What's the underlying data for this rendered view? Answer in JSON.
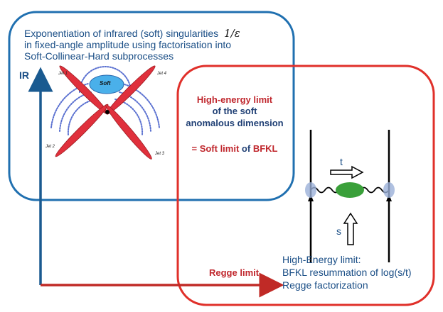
{
  "colors": {
    "blue_box": "#2070b0",
    "red_box": "#e0302a",
    "ir_arrow": "#1a5a90",
    "regge_arrow": "#c02a26",
    "jets": "#e0303c",
    "soft_blob": "#4ab0ea",
    "gluon_arcs": "#5a70d0",
    "bfkl_blob": "#3aa03a",
    "text_blue": "#1a4e86",
    "text_red": "#c0272d"
  },
  "top_box": {
    "line1": "Exponentiation of infrared (soft) singularities",
    "line1_math": "1/ε",
    "line2": "in fixed-angle amplitude using factorisation into",
    "line3": "Soft-Collinear-Hard subprocesses"
  },
  "axes": {
    "ir_label": "IR",
    "regge_label": "Regge limit"
  },
  "soft_diagram": {
    "soft_label": "Soft",
    "jets": [
      "Jet 1",
      "Jet 2",
      "Jet 3",
      "Jet 4"
    ]
  },
  "center_text": {
    "line1": "High-energy limit",
    "line2": "of the soft",
    "line3": "anomalous dimension",
    "line4_prefix": "= Soft limit",
    "line4_mid": "of",
    "line4_suffix": "BFKL"
  },
  "bfkl_diagram": {
    "t_label": "t",
    "s_label": "s"
  },
  "bottom_text": {
    "line1": "High-Energy limit:",
    "line2": "BFKL resummation of log(s/t)",
    "line3": "Regge factorization"
  }
}
